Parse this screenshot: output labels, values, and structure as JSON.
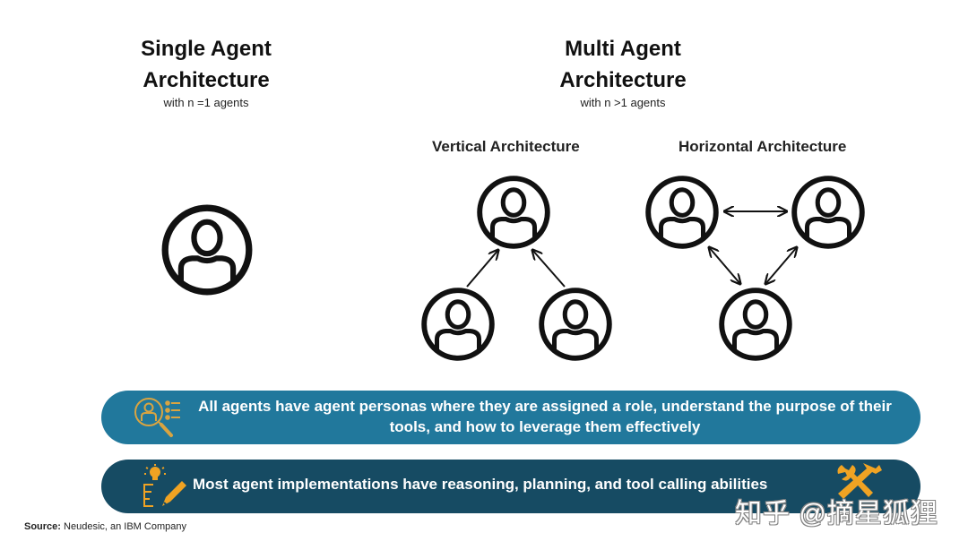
{
  "single": {
    "title_line1": "Single Agent",
    "title_line2": "Architecture",
    "subtitle": "with n =1 agents"
  },
  "multi": {
    "title_line1": "Multi Agent",
    "title_line2": "Architecture",
    "subtitle": "with n >1 agents",
    "vertical": {
      "label": "Vertical Architecture"
    },
    "horizontal": {
      "label": "Horizontal Architecture"
    }
  },
  "banners": [
    {
      "icon": "persona-search-icon",
      "text": "All agents have agent personas where they are assigned a role, understand the purpose of their tools, and how to leverage them effectively",
      "color": "#21789c",
      "icon_color": "#d9a441"
    },
    {
      "icon": "lightbulb-pencil-icon",
      "text": "Most agent implementations have reasoning, planning, and tool calling abilities",
      "color": "#164b63",
      "icon_color": "#f0a323",
      "trailing_icon": "hammer-wrench-icon"
    }
  ],
  "source": {
    "label": "Source:",
    "text": " Neudesic, an IBM Company"
  },
  "watermark": "知乎 @摘星狐狸"
}
